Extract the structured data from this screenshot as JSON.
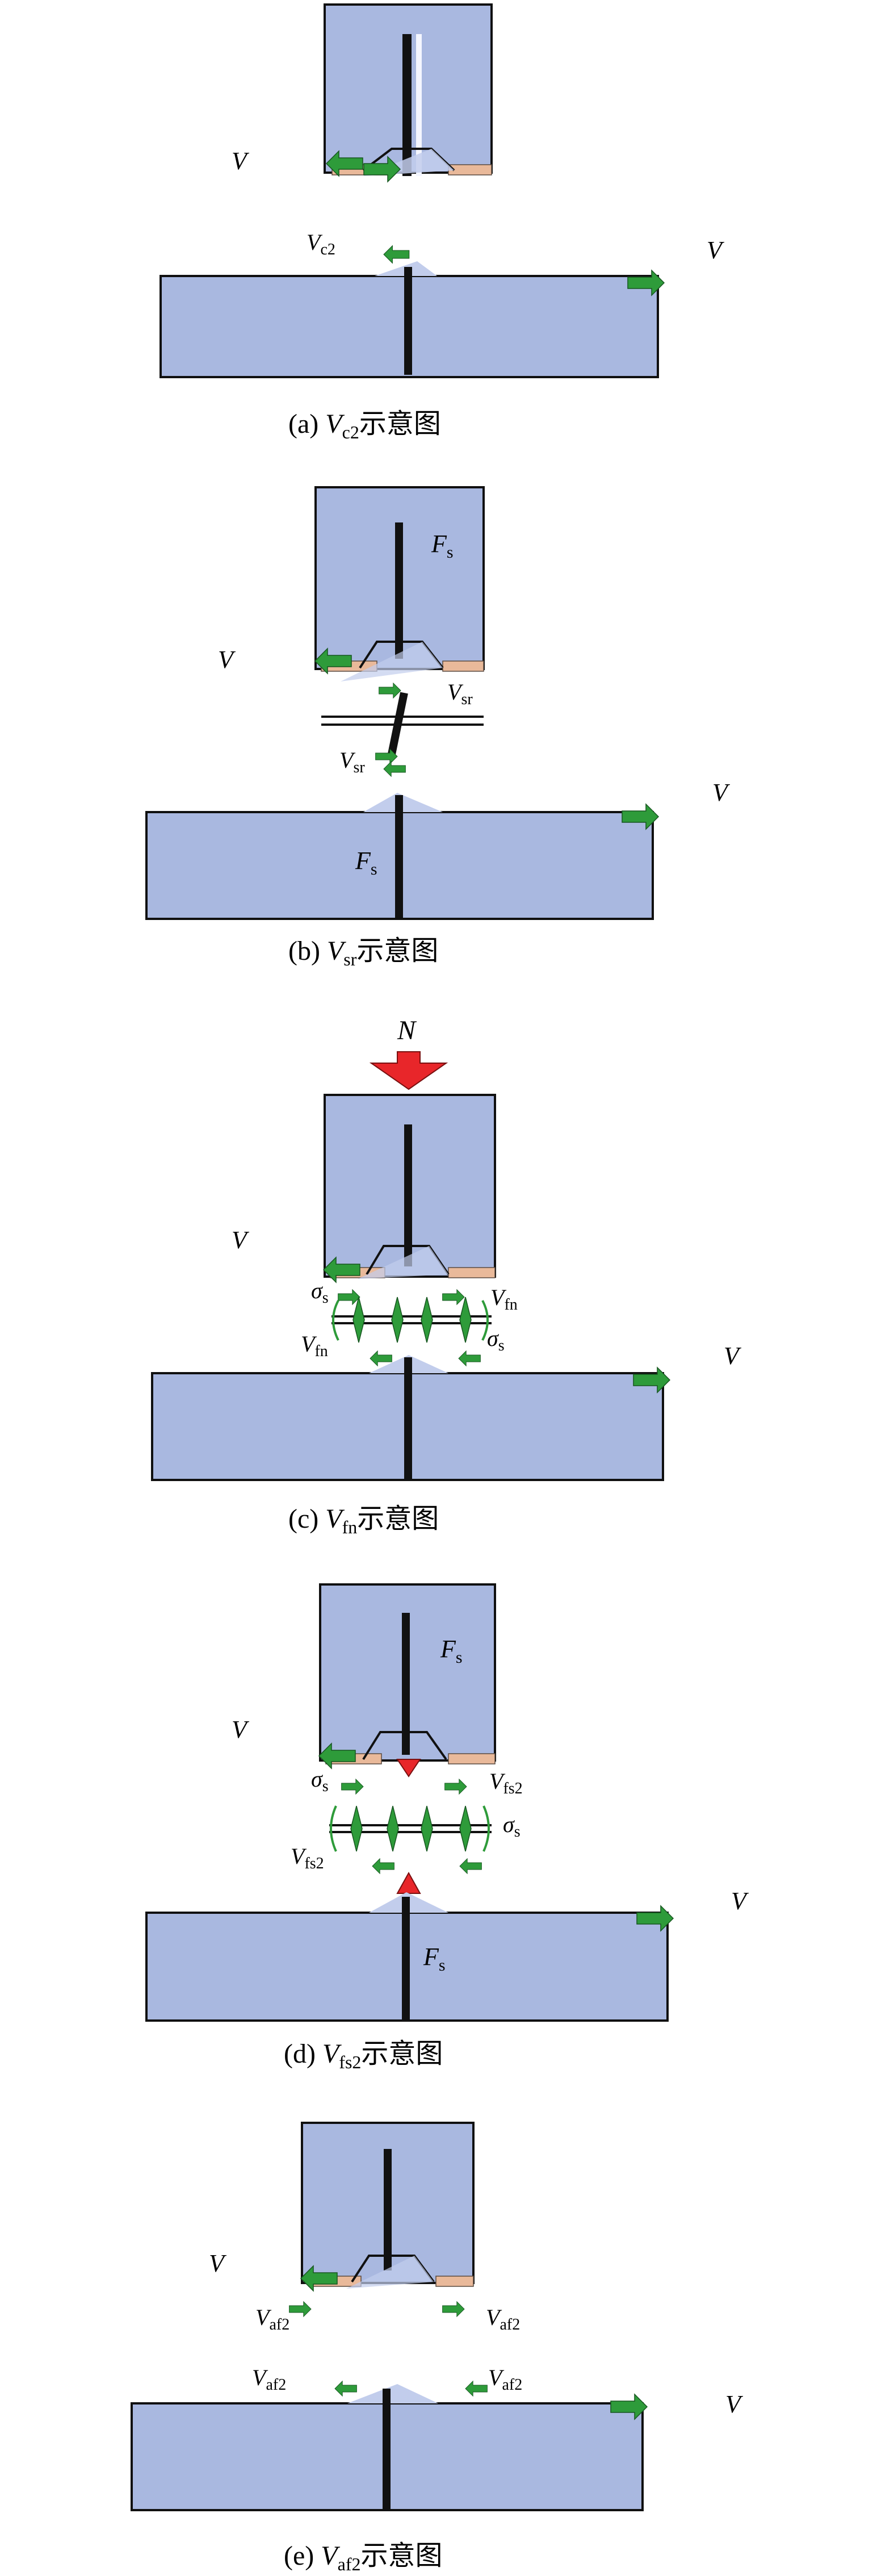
{
  "panels": [
    {
      "id": "a",
      "caption_prefix": "(a) ",
      "caption_var": "V",
      "caption_sub": "c2",
      "caption_suffix": "示意图",
      "labels": {
        "v_left": "V",
        "v_right": "V",
        "vc2_var": "V",
        "vc2_sub": "c2"
      }
    },
    {
      "id": "b",
      "caption_prefix": "(b) ",
      "caption_var": "V",
      "caption_sub": "sr",
      "caption_suffix": "示意图",
      "labels": {
        "v_left": "V",
        "v_right": "V",
        "fs_top_var": "F",
        "fs_top_sub": "s",
        "fs_bottom_var": "F",
        "fs_bottom_sub": "s",
        "vsr_top_var": "V",
        "vsr_top_sub": "sr",
        "vsr_bottom_var": "V",
        "vsr_bottom_sub": "sr"
      }
    },
    {
      "id": "c",
      "caption_prefix": "(c) ",
      "caption_var": "V",
      "caption_sub": "fn",
      "caption_suffix": "示意图",
      "labels": {
        "n": "N",
        "v_left": "V",
        "v_right": "V",
        "sigma_left_var": "σ",
        "sigma_left_sub": "s",
        "sigma_right_var": "σ",
        "sigma_right_sub": "s",
        "vfn_top_var": "V",
        "vfn_top_sub": "fn",
        "vfn_bottom_var": "V",
        "vfn_bottom_sub": "fn"
      }
    },
    {
      "id": "d",
      "caption_prefix": "(d) ",
      "caption_var": "V",
      "caption_sub": "fs2",
      "caption_suffix": "示意图",
      "labels": {
        "v_left": "V",
        "v_right": "V",
        "fs_top_var": "F",
        "fs_top_sub": "s",
        "fs_bottom_var": "F",
        "fs_bottom_sub": "s",
        "sigma_left_var": "σ",
        "sigma_left_sub": "s",
        "sigma_right_var": "σ",
        "sigma_right_sub": "s",
        "vfs2_top_var": "V",
        "vfs2_top_sub": "fs2",
        "vfs2_bottom_var": "V",
        "vfs2_bottom_sub": "fs2"
      }
    },
    {
      "id": "e",
      "caption_prefix": "(e) ",
      "caption_var": "V",
      "caption_sub": "af2",
      "caption_suffix": "示意图",
      "labels": {
        "v_left": "V",
        "v_right": "V",
        "vaf2_1_var": "V",
        "vaf2_1_sub": "af2",
        "vaf2_2_var": "V",
        "vaf2_2_sub": "af2",
        "vaf2_3_var": "V",
        "vaf2_3_sub": "af2",
        "vaf2_4_var": "V",
        "vaf2_4_sub": "af2"
      }
    }
  ],
  "colors": {
    "block": "#a9b8e0",
    "shear_arrow": "#2e9b3a",
    "axial_arrow": "#e8262a",
    "pad": "#e9b99a"
  }
}
